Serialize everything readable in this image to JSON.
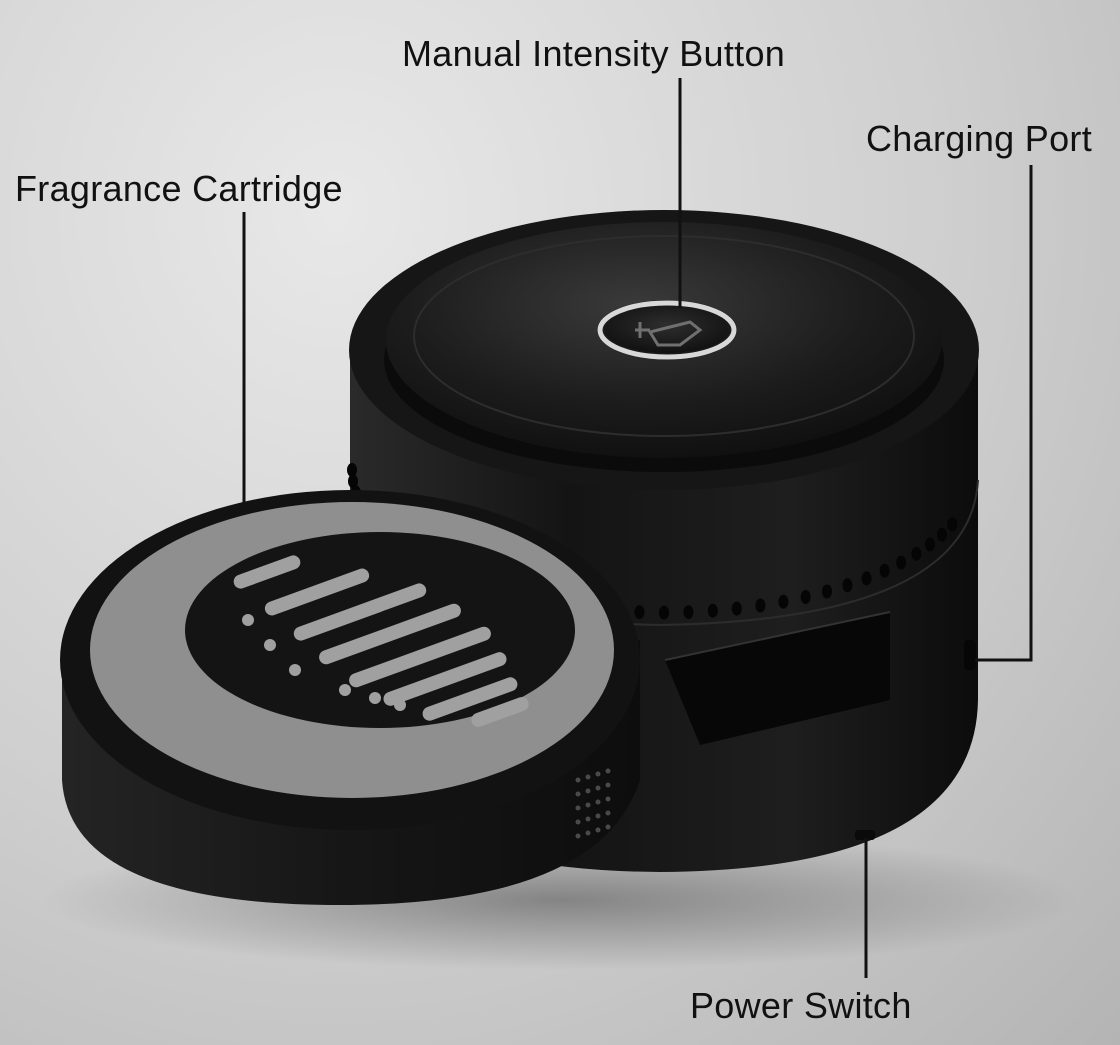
{
  "callouts": {
    "manual_intensity_button": "Manual Intensity Button",
    "charging_port": "Charging Port",
    "fragrance_cartridge": "Fragrance Cartridge",
    "power_switch": "Power Switch"
  },
  "colors": {
    "background": "#cfcfcf",
    "device_body": "#1b1b1b",
    "cartridge_ring": "#9a9a9a",
    "leader_line": "#111111"
  }
}
